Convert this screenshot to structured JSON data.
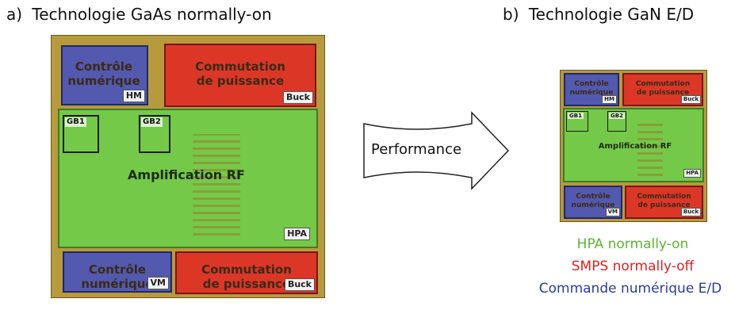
{
  "panel_a": {
    "letter": "a)",
    "title": "Technologie GaAs normally-on",
    "blocks": {
      "digital": {
        "line1": "Contrôle",
        "line2": "numérique",
        "tag": "HM"
      },
      "power": {
        "line1": "Commutation",
        "line2": "de puissance",
        "tag": "Buck"
      },
      "rf": {
        "label": "Amplification RF",
        "tag": "HPA",
        "gb1": "GB1",
        "gb2": "GB2"
      },
      "digital2": {
        "line1": "Contrôle",
        "line2": "numérique",
        "tag": "VM"
      },
      "power2": {
        "line1": "Commutation",
        "line2": "de puissance",
        "tag": "Buck"
      }
    }
  },
  "arrow": {
    "label": "Performance"
  },
  "panel_b": {
    "letter": "b)",
    "title": "Technologie GaN E/D",
    "blocks": {
      "digital": {
        "line1": "Contrôle",
        "line2": "numérique",
        "tag": "HM"
      },
      "power": {
        "line1": "Commutation",
        "line2": "de puissance",
        "tag": "Buck"
      },
      "rf": {
        "label": "Amplification RF",
        "tag": "HPA",
        "gb1": "GB1",
        "gb2": "GB2"
      },
      "digital2": {
        "line1": "Contrôle",
        "line2": "numérique",
        "tag": "VM"
      },
      "power2": {
        "line1": "Commutation",
        "line2": "de puissance",
        "tag": "Buck"
      }
    },
    "legend": [
      {
        "text": "HPA normally-on",
        "color": "#5cb531"
      },
      {
        "text": "SMPS normally-off",
        "color": "#e02020"
      },
      {
        "text": "Commande numérique E/D",
        "color": "#2a3c9a"
      }
    ]
  }
}
